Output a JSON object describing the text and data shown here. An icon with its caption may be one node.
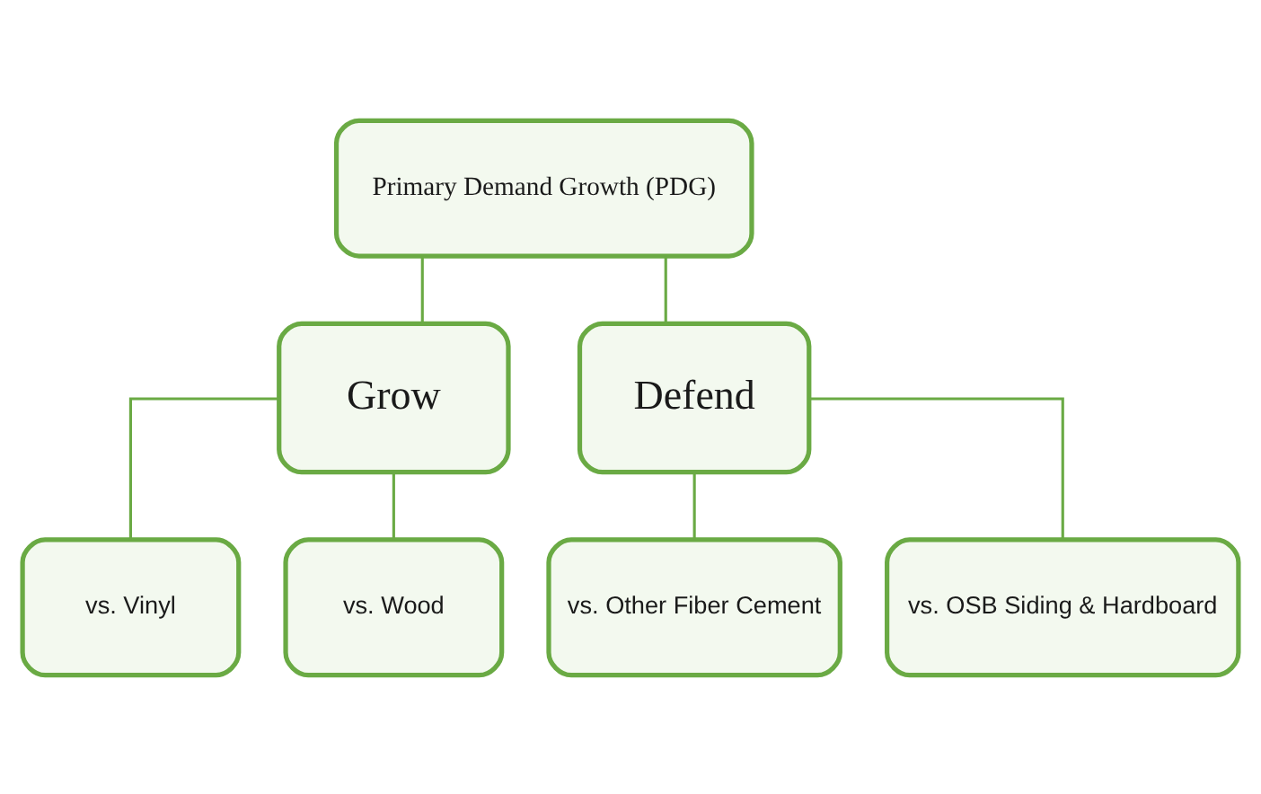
{
  "diagram": {
    "nodes": [
      {
        "text": [
          "Primary Demand Growth (PDG)"
        ]
      },
      {
        "text": [
          "Grow"
        ]
      },
      {
        "text": [
          "Defend"
        ]
      },
      {
        "text": [
          "vs. Vinyl"
        ]
      },
      {
        "text": [
          "vs. Wood"
        ]
      },
      {
        "text": [
          "vs. Other Fiber Cement"
        ]
      },
      {
        "text": [
          "vs. OSB Siding & Hardboard"
        ]
      }
    ],
    "edges": [
      {
        "from": 0,
        "to": 1,
        "arrow": "none"
      },
      {
        "from": 0,
        "to": 2,
        "arrow": "none"
      },
      {
        "from": 1,
        "to": 3,
        "arrow": "none"
      },
      {
        "from": 1,
        "to": 4,
        "arrow": "none"
      },
      {
        "from": 2,
        "to": 5,
        "arrow": "none"
      },
      {
        "from": 2,
        "to": 6,
        "arrow": "none"
      }
    ]
  }
}
